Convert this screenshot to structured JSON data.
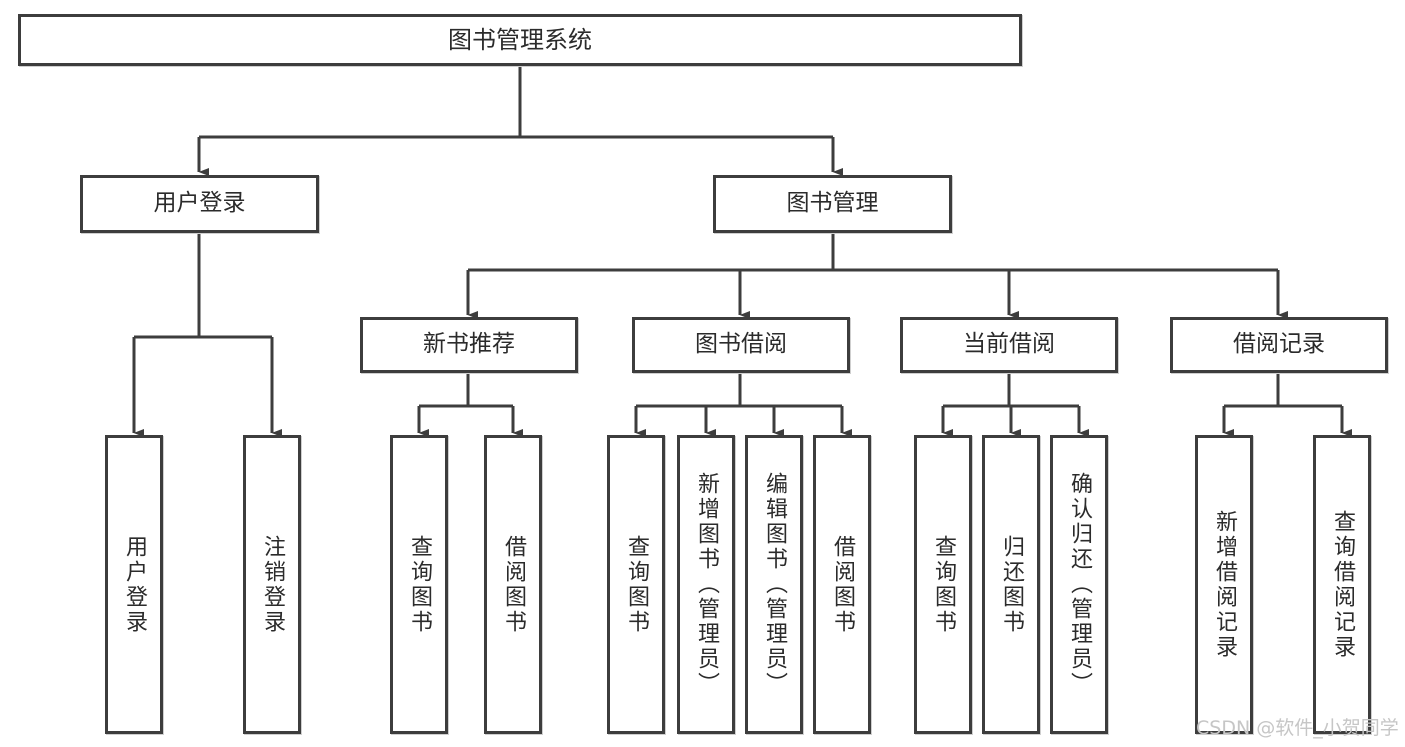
{
  "diagram": {
    "title": "图书管理系统",
    "type": "tree-hierarchy",
    "watermark": "CSDN @软件_小贺同学",
    "colors": {
      "background": "#ffffff",
      "border": "#3d3d3d",
      "text": "#2b2b2b",
      "edge": "#3d3d3d",
      "watermark": "#c6c6c6"
    },
    "nodes": {
      "root": {
        "label": "图书管理系统"
      },
      "level1": [
        {
          "id": "user-login",
          "label": "用户登录"
        },
        {
          "id": "book-manage",
          "label": "图书管理"
        }
      ],
      "level2": [
        {
          "id": "new-book-rec",
          "label": "新书推荐"
        },
        {
          "id": "book-borrow",
          "label": "图书借阅"
        },
        {
          "id": "current-borrow",
          "label": "当前借阅"
        },
        {
          "id": "borrow-record",
          "label": "借阅记录"
        }
      ],
      "leaves": {
        "user-login": [
          {
            "id": "leaf-user-login",
            "label": "用户登录"
          },
          {
            "id": "leaf-logout",
            "label": "注销登录"
          }
        ],
        "new-book-rec": [
          {
            "id": "leaf-query-book-1",
            "label": "查询图书"
          },
          {
            "id": "leaf-borrow-book-1",
            "label": "借阅图书"
          }
        ],
        "book-borrow": [
          {
            "id": "leaf-query-book-2",
            "label": "查询图书"
          },
          {
            "id": "leaf-add-book",
            "label": "新增图书（管理员）"
          },
          {
            "id": "leaf-edit-book",
            "label": "编辑图书（管理员）"
          },
          {
            "id": "leaf-borrow-book-2",
            "label": "借阅图书"
          }
        ],
        "current-borrow": [
          {
            "id": "leaf-query-book-3",
            "label": "查询图书"
          },
          {
            "id": "leaf-return-book",
            "label": "归还图书"
          },
          {
            "id": "leaf-confirm-return",
            "label": "确认归还（管理员）"
          }
        ],
        "borrow-record": [
          {
            "id": "leaf-add-record",
            "label": "新增借阅记录"
          },
          {
            "id": "leaf-query-record",
            "label": "查询借阅记录"
          }
        ]
      }
    }
  }
}
